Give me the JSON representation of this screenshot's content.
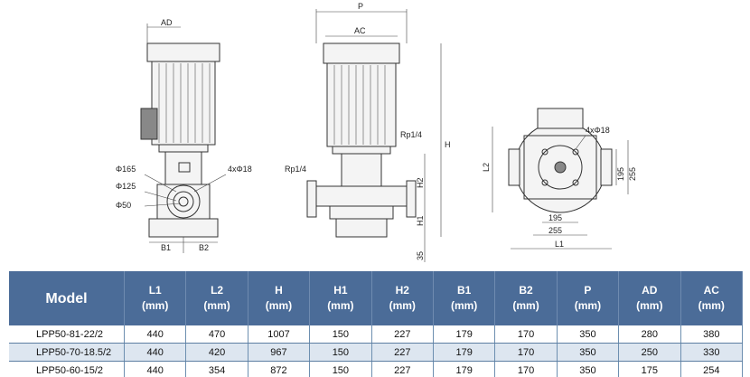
{
  "drawing": {
    "front": {
      "ad": "AD",
      "d165": "Φ165",
      "d125": "Φ125",
      "d50": "Φ50",
      "holes": "4xΦ18",
      "b1": "B1",
      "b2": "B2"
    },
    "side": {
      "p": "P",
      "ac": "AC",
      "rp_right": "Rp1/4",
      "rp_left": "Rp1/4",
      "h": "H",
      "h2": "H2",
      "h1": "H1",
      "base": "35"
    },
    "top": {
      "holes": "4xΦ18",
      "l2": "L2",
      "v195": "195",
      "v255": "255",
      "h195": "195",
      "h255": "255",
      "l1": "L1"
    }
  },
  "table": {
    "headers": [
      {
        "name": "Model",
        "unit": ""
      },
      {
        "name": "L1",
        "unit": "(mm)"
      },
      {
        "name": "L2",
        "unit": "(mm)"
      },
      {
        "name": "H",
        "unit": "(mm)"
      },
      {
        "name": "H1",
        "unit": "(mm)"
      },
      {
        "name": "H2",
        "unit": "(mm)"
      },
      {
        "name": "B1",
        "unit": "(mm)"
      },
      {
        "name": "B2",
        "unit": "(mm)"
      },
      {
        "name": "P",
        "unit": "(mm)"
      },
      {
        "name": "AD",
        "unit": "(mm)"
      },
      {
        "name": "AC",
        "unit": "(mm)"
      }
    ],
    "rows": [
      [
        "LPP50-81-22/2",
        "440",
        "470",
        "1007",
        "150",
        "227",
        "179",
        "170",
        "350",
        "280",
        "380"
      ],
      [
        "LPP50-70-18.5/2",
        "440",
        "420",
        "967",
        "150",
        "227",
        "179",
        "170",
        "350",
        "250",
        "330"
      ],
      [
        "LPP50-60-15/2",
        "440",
        "354",
        "872",
        "150",
        "227",
        "179",
        "170",
        "350",
        "175",
        "254"
      ]
    ]
  },
  "colors": {
    "header_bg": "#4b6c98",
    "alt_row": "#dde6f0"
  }
}
